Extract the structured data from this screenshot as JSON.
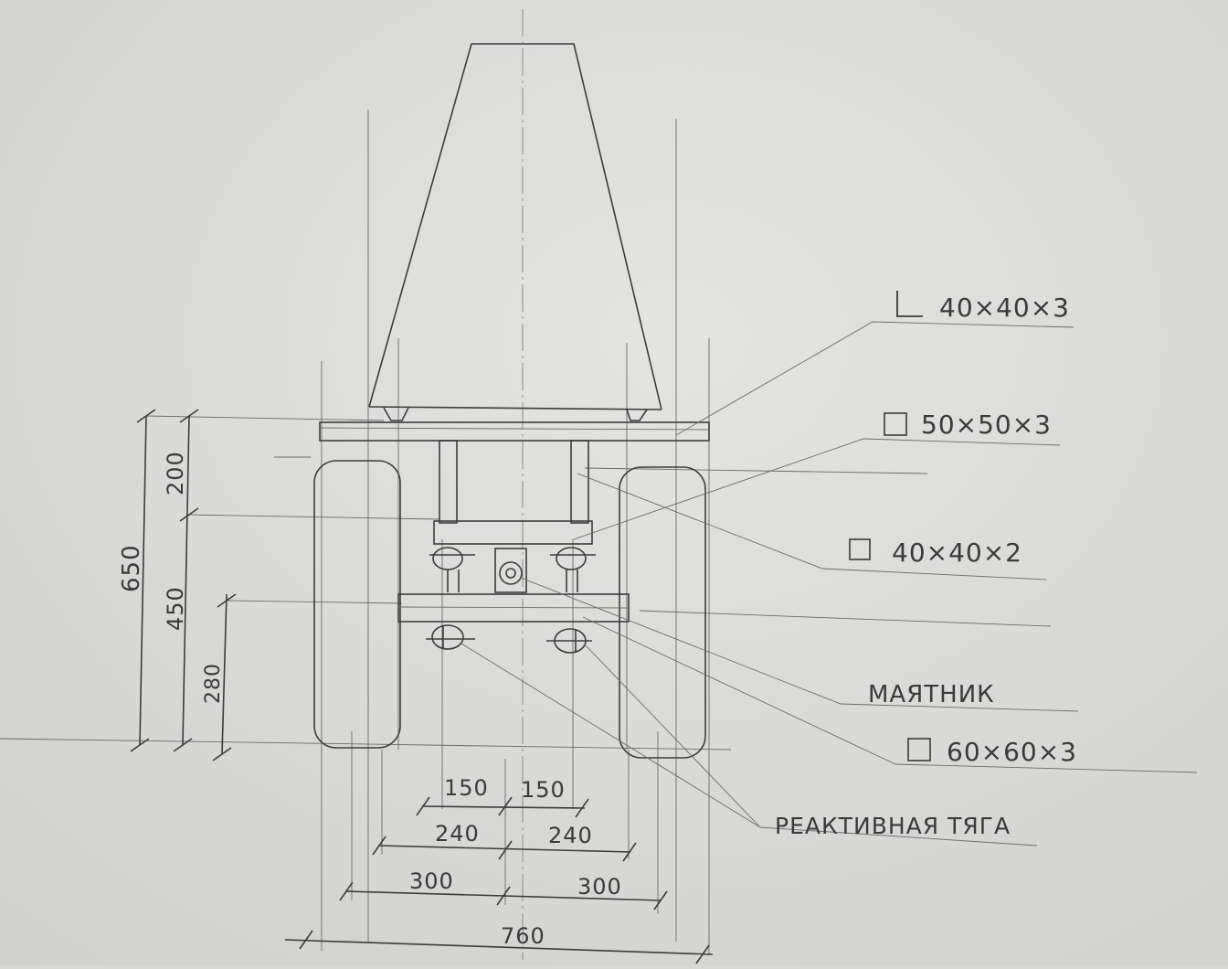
{
  "dimensions": {
    "vertical": {
      "total": "650",
      "upper": "200",
      "middle": "450",
      "lower": "280"
    },
    "horizontal": {
      "inner_left": "150",
      "inner_right": "150",
      "mid_left": "240",
      "mid_right": "240",
      "outer_left": "300",
      "outer_right": "300",
      "overall": "760"
    }
  },
  "callouts": {
    "angle": "40×40×3",
    "square_top": "50×50×3",
    "square_mid": "40×40×2",
    "pendulum": "МАЯТНИК",
    "square_big": "60×60×3",
    "reactive_rod": "РЕАКТИВНАЯ ТЯГА"
  },
  "icons": {
    "angle_profile": "angle-profile-icon",
    "square_profile": "square-profile-icon"
  }
}
